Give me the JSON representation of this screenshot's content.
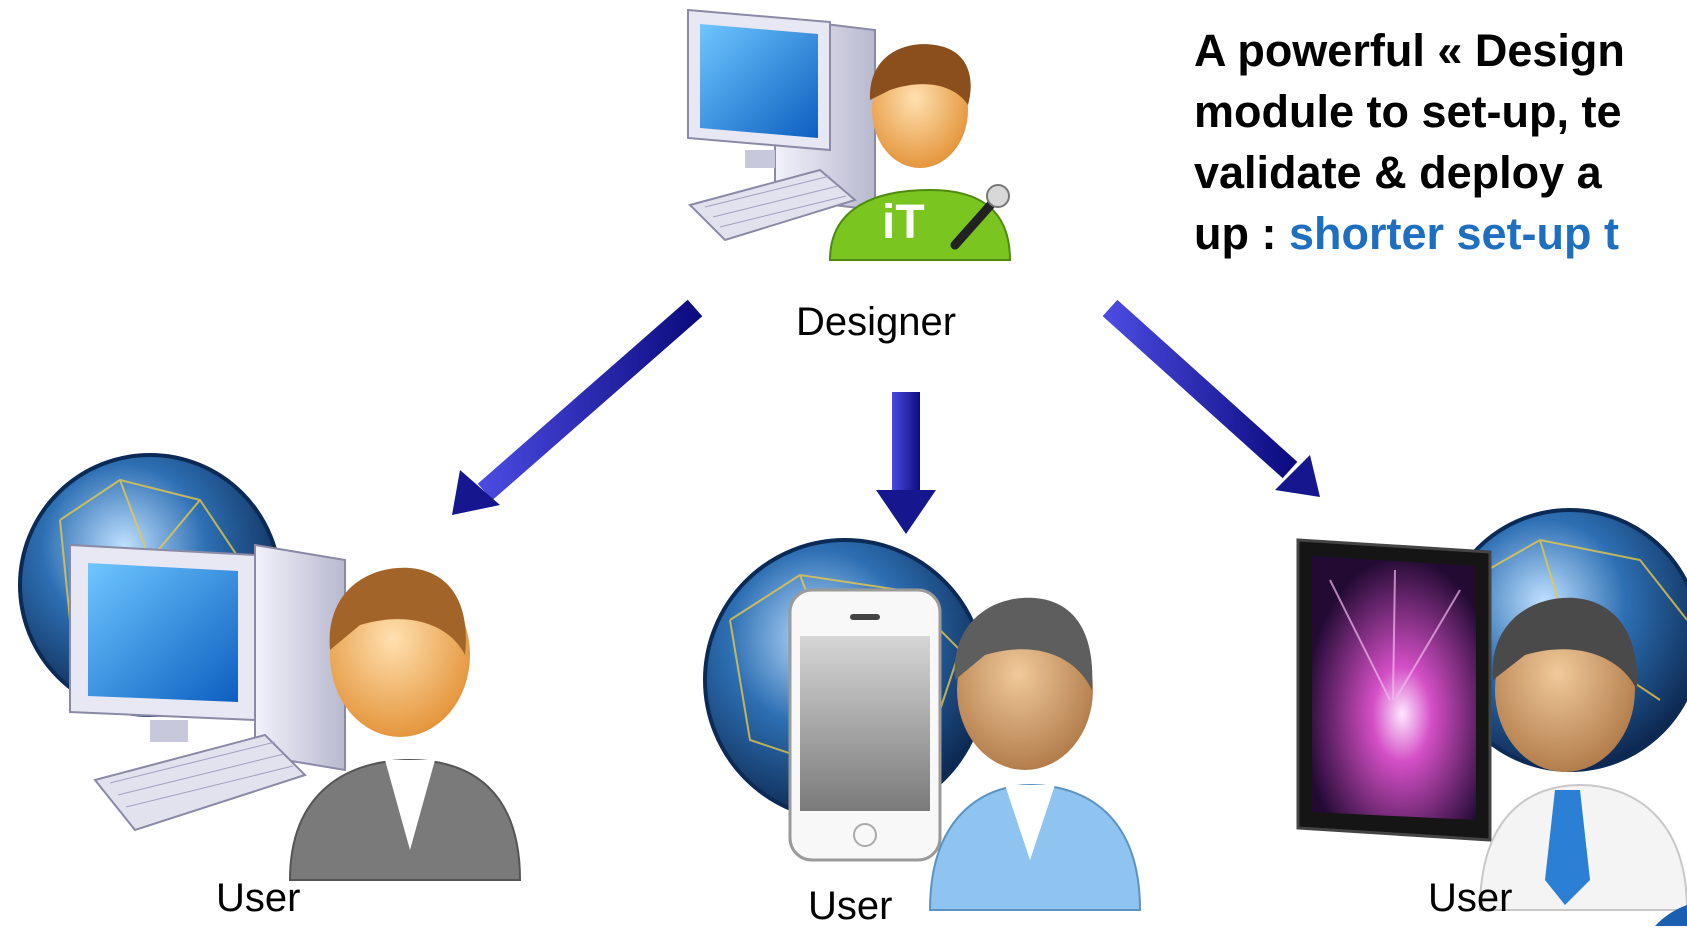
{
  "diagram": {
    "headline": {
      "line1": "A powerful « Design",
      "line2": "module to set-up, te",
      "line3": "validate & deploy a",
      "line4_prefix": "up : ",
      "line4_accent": "shorter set-up t"
    },
    "nodes": {
      "designer": {
        "label": "Designer",
        "icon": "designer-workstation-icon"
      },
      "user_desktop": {
        "label": "User",
        "icon": "desktop-user-icon"
      },
      "user_phone": {
        "label": "User",
        "icon": "smartphone-user-icon"
      },
      "user_tablet": {
        "label": "User",
        "icon": "tablet-user-icon"
      }
    },
    "colors": {
      "arrow": "#1a1aa0",
      "accent_text": "#1f6fc0",
      "designer_shirt": "#7ac51f"
    }
  }
}
